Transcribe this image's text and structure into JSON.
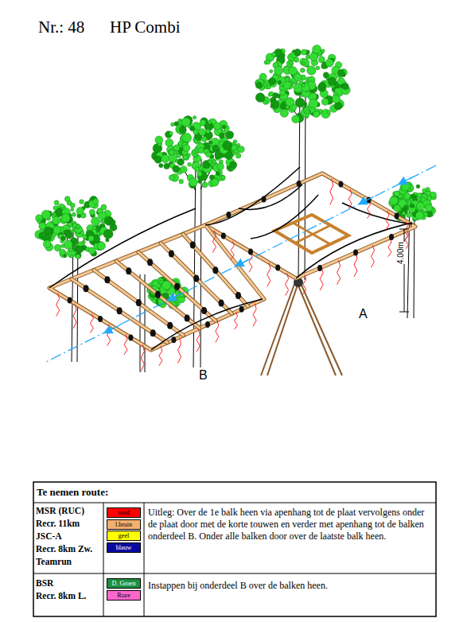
{
  "diagram": {
    "title": "Nr.: 48",
    "labels": [
      "HP Combi",
      "4.00m",
      "A",
      "B",
      "Te nemen route:",
      "MSR (RUC)",
      "Recr. 11km",
      "JSC-A",
      "Recr. 8km Zw.",
      "Teamrun",
      "Uitleg: Over de 1e balk heen via apenhang tot de plaat vervolgens onder de plaat door met de korte touwen en verder met apenhang tot de balken onderdeel B. Onder alle balken door over de laatste balk heen.",
      "BSR",
      "Recr. 8km L.",
      "Instappen bij onderdeel B over de balken heen."
    ],
    "legend": [
      {
        "text": "rood",
        "color": "#ff0000"
      },
      {
        "text": "l.bruin",
        "color": "#f5b070"
      },
      {
        "text": "geel",
        "color": "#ffff00"
      },
      {
        "text": "blauw",
        "color": "#0a0aa0"
      },
      {
        "text": "D. Groen",
        "color": "#1f8f3f"
      },
      {
        "text": "Roze",
        "color": "#ff66cc"
      }
    ]
  }
}
